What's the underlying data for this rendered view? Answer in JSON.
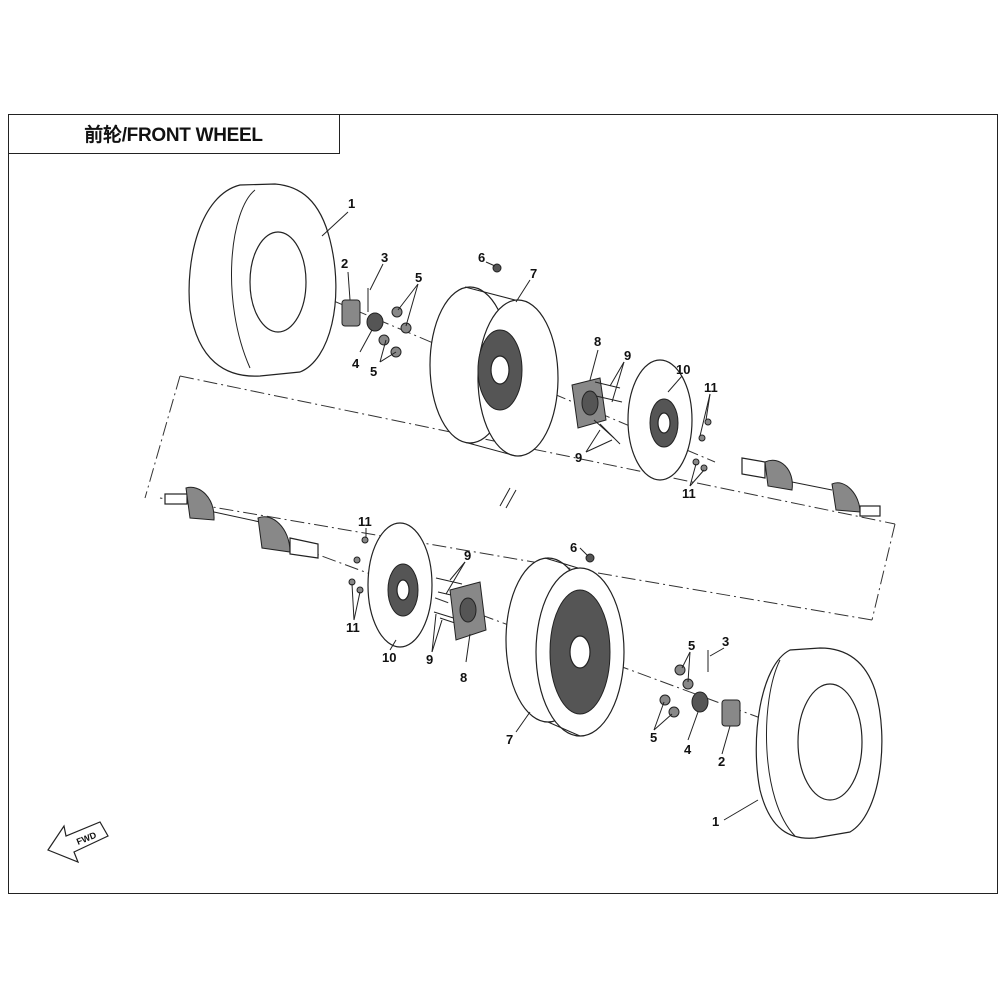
{
  "title": "前轮/FRONT WHEEL",
  "fwd_label": "FWD",
  "callouts": {
    "top_tire": "1",
    "top_nut_cap": "2",
    "top_cotter_pin": "3",
    "top_castle_nut": "4",
    "top_washer_upper": "5",
    "top_washer_lower": "5",
    "top_valve": "6",
    "top_rim": "7",
    "top_hub": "8",
    "top_stud_upper": "9",
    "top_stud_lower": "9",
    "top_brake_disc": "10",
    "top_bolt_upper": "11",
    "top_bolt_lower": "11",
    "bottom_tire": "1",
    "bottom_nut_cap": "2",
    "bottom_cotter_pin": "3",
    "bottom_castle_nut": "4",
    "bottom_washer_upper": "5",
    "bottom_washer_lower": "5",
    "bottom_valve": "6",
    "bottom_rim": "7",
    "bottom_hub": "8",
    "bottom_stud_upper": "9",
    "bottom_stud_lower": "9",
    "bottom_brake_disc": "10",
    "bottom_bolt_upper": "11",
    "bottom_bolt_lower": "11"
  },
  "colors": {
    "line": "#222222",
    "shade_dark": "#555555",
    "shade_mid": "#888888",
    "background": "#ffffff"
  }
}
